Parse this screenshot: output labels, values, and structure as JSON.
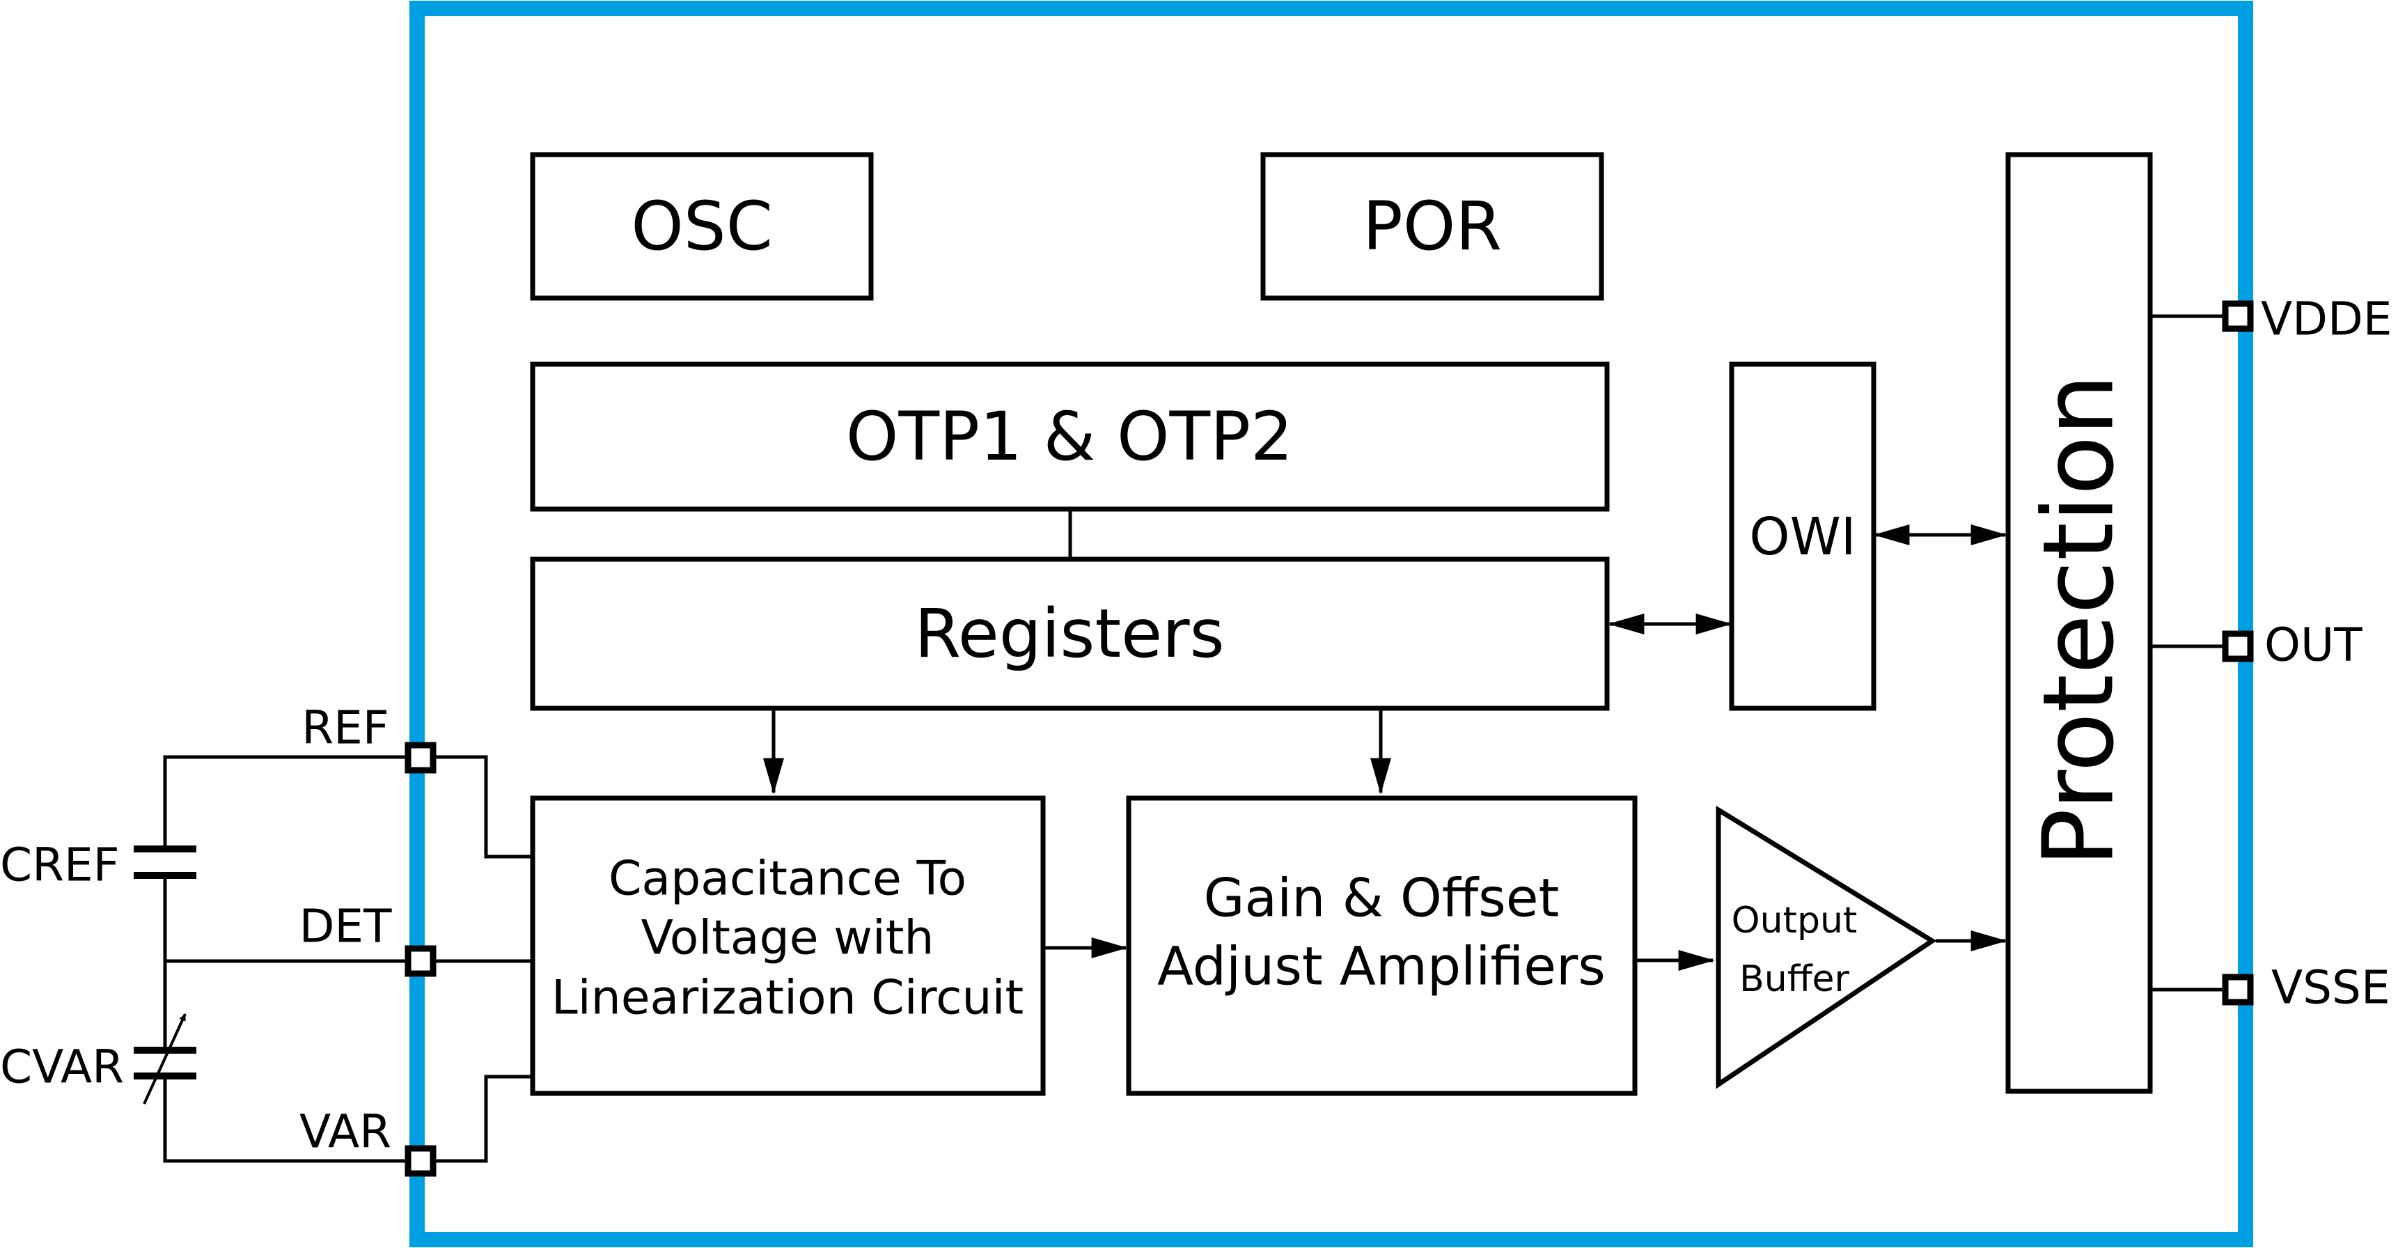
{
  "colors": {
    "chip_border": "#009fe3",
    "line": "#000000",
    "background": "#ffffff"
  },
  "blocks": {
    "osc": "OSC",
    "por": "POR",
    "otp": "OTP1 & OTP2",
    "registers": "Registers",
    "owi": "OWI",
    "protection": "Protection",
    "cv_converter": [
      "Capacitance To",
      "Voltage with",
      "Linearization Circuit"
    ],
    "amplifiers": [
      "Gain & Offset",
      "Adjust Amplifiers"
    ],
    "output_buffer": [
      "Output",
      "Buffer"
    ]
  },
  "pins": {
    "left": [
      "REF",
      "DET",
      "VAR"
    ],
    "right": [
      "VDDE",
      "OUT",
      "VSSE"
    ]
  },
  "external": {
    "cref": "CREF",
    "cvar": "CVAR"
  }
}
